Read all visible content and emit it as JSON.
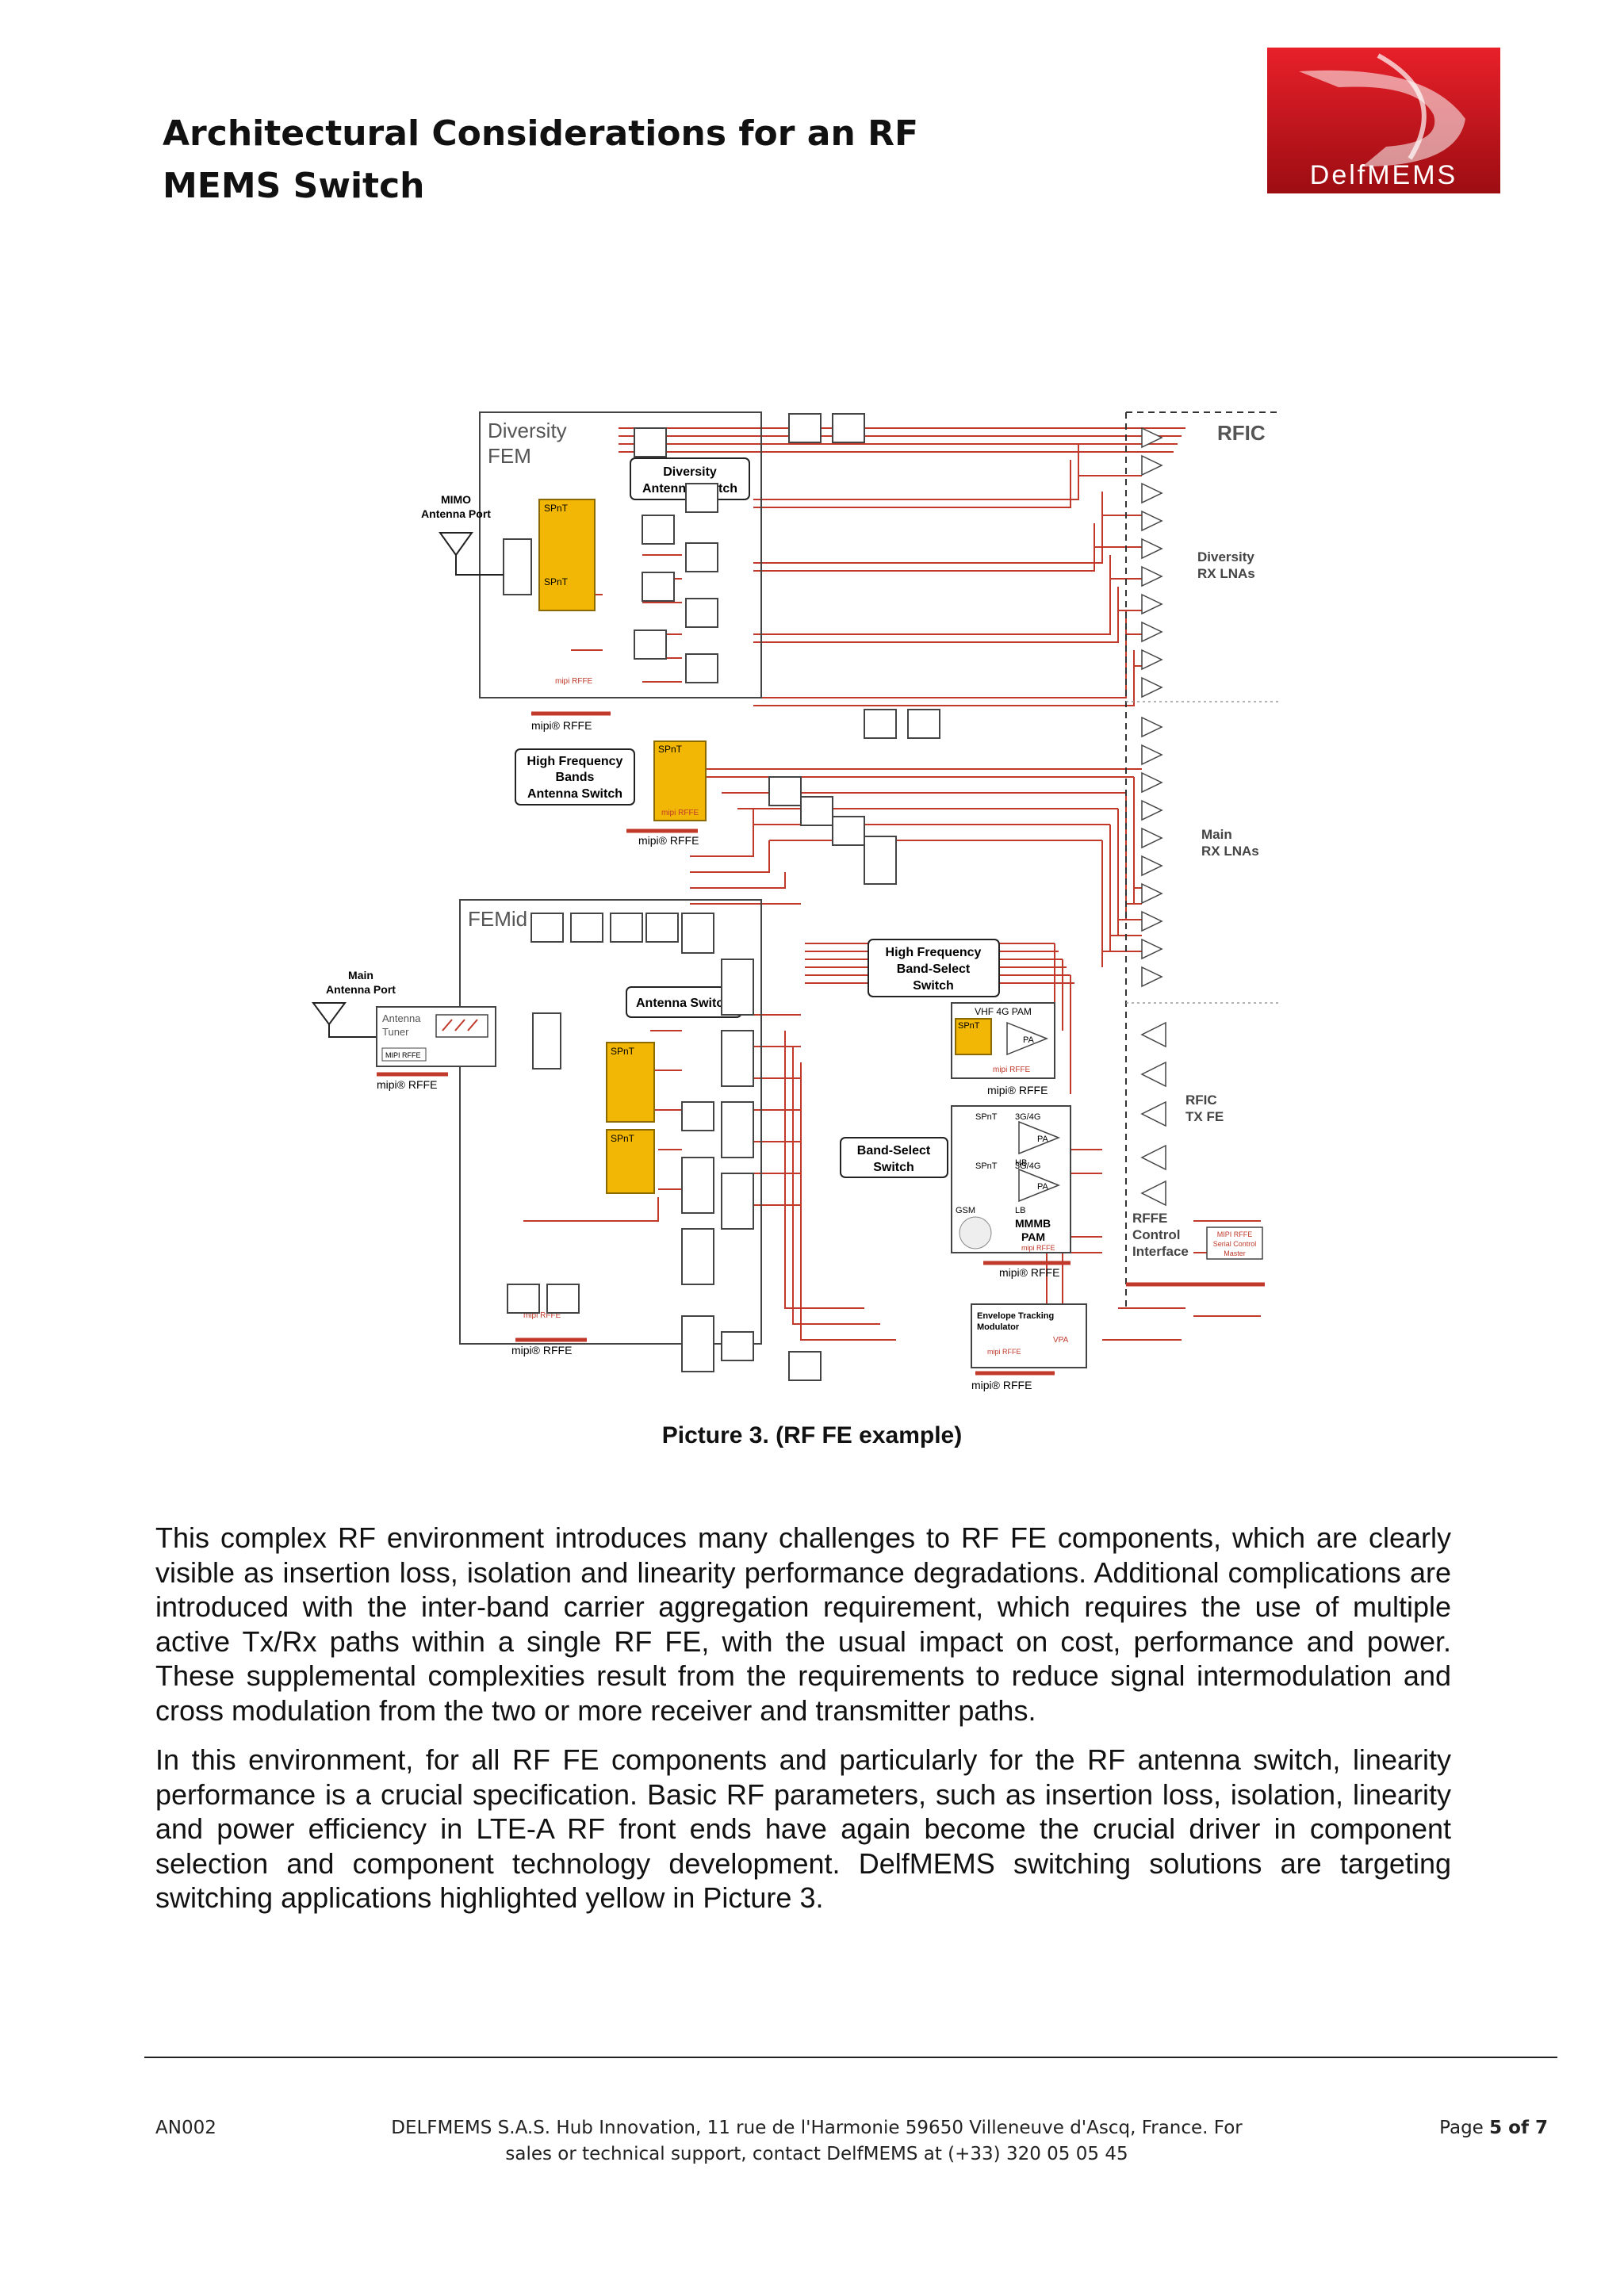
{
  "header": {
    "title_line1": "Architectural Considerations for an RF",
    "title_line2": "MEMS Switch",
    "logo_text": "DelfMEMS"
  },
  "diagram": {
    "diversity_fem": "Diversity",
    "diversity_fem2": "FEM",
    "diversity_antenna_switch_1": "Diversity",
    "diversity_antenna_switch_2": "Antenna Switch",
    "mimo_port_1": "MIMO",
    "mimo_port_2": "Antenna Port",
    "spnt": "SPnT",
    "mipi_rffe_small": "mipi RFFE",
    "mipi_rffe": "mipi® RFFE",
    "hf_bands_switch_1": "High Frequency",
    "hf_bands_switch_2": "Bands",
    "hf_bands_switch_3": "Antenna Switch",
    "femid": "FEMid",
    "main_port_1": "Main",
    "main_port_2": "Antenna Port",
    "antenna_tuner_1": "Antenna",
    "antenna_tuner_2": "Tuner",
    "mipi_rffe_tuner": "MIPI RFFE",
    "antenna_switch": "Antenna Switch",
    "hf_band_select_1": "High Frequency",
    "hf_band_select_2": "Band-Select",
    "hf_band_select_3": "Switch",
    "band_select_1": "Band-Select",
    "band_select_2": "Switch",
    "vhf_pam": "VHF 4G PAM",
    "pa": "PA",
    "hb_label": "3G/4G",
    "hb": "HB",
    "lb": "LB",
    "gsm": "GSM",
    "mmmb_1": "MMMB",
    "mmmb_2": "PAM",
    "env_tracking_1": "Envelope Tracking",
    "env_tracking_2": "Modulator",
    "vpa": "VPA",
    "rfic": "RFIC",
    "diversity_lnas_1": "Diversity",
    "diversity_lnas_2": "RX LNAs",
    "main_lnas_1": "Main",
    "main_lnas_2": "RX LNAs",
    "rfic_tx_1": "RFIC",
    "rfic_tx_2": "TX FE",
    "rffe_ctrl_1": "RFFE",
    "rffe_ctrl_2": "Control",
    "rffe_ctrl_3": "Interface",
    "serial_master_1": "MIPI RFFE",
    "serial_master_2": "Serial Control",
    "serial_master_3": "Master"
  },
  "caption": "Picture 3. (RF FE example)",
  "body": {
    "paragraph1": "This complex RF environment introduces many challenges to RF FE components, which are clearly visible as insertion loss, isolation and linearity performance degradations. Additional complications are introduced with the inter-band carrier aggregation requirement, which requires the use of multiple active Tx/Rx paths within a single RF FE, with the usual impact on cost, performance and power. These supplemental complexities result from the requirements to reduce signal intermodulation and cross modulation from the two or more receiver and transmitter paths.",
    "paragraph2": "In this environment, for all RF FE components and particularly for the RF antenna switch, linearity performance is a crucial specification. Basic RF parameters, such as insertion loss, isolation, linearity and power efficiency in LTE-A RF front ends have again become the crucial driver in component selection and component technology development. DelfMEMS switching solutions are targeting switching applications highlighted yellow in Picture 3."
  },
  "footer": {
    "doc_id": "AN002",
    "address_line1": "DELFMEMS S.A.S. Hub Innovation, 11 rue de l'Harmonie 59650 Villeneuve d'Ascq, France. For",
    "address_line2": "sales or technical support, contact DelfMEMS at (+33) 320 05 05 45",
    "page_prefix": "Page ",
    "page_current": "5",
    "page_of": " of ",
    "page_total": "7"
  },
  "colors": {
    "wire_red": "#c0392b",
    "switch_yellow": "#f2b705",
    "logo_red": "#c8161d"
  }
}
